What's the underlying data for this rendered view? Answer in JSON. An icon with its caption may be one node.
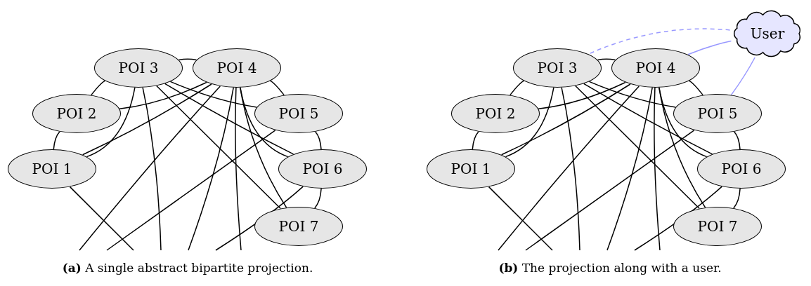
{
  "diagram": {
    "nodes": [
      {
        "text": [
          "POI 3"
        ]
      },
      {
        "text": [
          "POI 4"
        ]
      },
      {
        "text": [
          "POI 2"
        ]
      },
      {
        "text": [
          "POI 5"
        ]
      },
      {
        "text": [
          "POI 1"
        ]
      },
      {
        "text": [
          "POI 6"
        ]
      },
      {
        "text": [
          "POI 7"
        ]
      },
      {
        "text": [
          "POI 3"
        ]
      },
      {
        "text": [
          "POI 4"
        ]
      },
      {
        "text": [
          "POI 2"
        ]
      },
      {
        "text": [
          "POI 5"
        ]
      },
      {
        "text": [
          "POI 1"
        ]
      },
      {
        "text": [
          "POI 6"
        ]
      },
      {
        "text": [
          "POI 7"
        ]
      },
      {
        "text": [
          "User"
        ]
      }
    ],
    "edges": [
      {
        "from": 0,
        "to": 1,
        "arrow": "none"
      },
      {
        "from": 0,
        "to": 2,
        "arrow": "none"
      },
      {
        "from": 2,
        "to": 4,
        "arrow": "none"
      },
      {
        "from": 1,
        "to": 3,
        "arrow": "none"
      },
      {
        "from": 3,
        "to": 5,
        "arrow": "none"
      },
      {
        "from": 5,
        "to": 6,
        "arrow": "none"
      },
      {
        "from": 0,
        "to": 4,
        "arrow": "none"
      },
      {
        "from": 1,
        "to": 2,
        "arrow": "none"
      },
      {
        "from": 1,
        "to": 4,
        "arrow": "none"
      },
      {
        "from": 0,
        "to": 3,
        "arrow": "none"
      },
      {
        "from": 0,
        "to": 5,
        "arrow": "none"
      },
      {
        "from": 0,
        "to": 6,
        "arrow": "none"
      },
      {
        "from": 1,
        "to": 5,
        "arrow": "none"
      },
      {
        "from": 1,
        "to": 6,
        "arrow": "none"
      },
      {
        "from": 0,
        "to": null,
        "arrow": "none"
      },
      {
        "from": 1,
        "to": null,
        "arrow": "none"
      },
      {
        "from": 1,
        "to": null,
        "arrow": "none"
      },
      {
        "from": 1,
        "to": null,
        "arrow": "none"
      },
      {
        "from": 3,
        "to": null,
        "arrow": "none"
      },
      {
        "from": 4,
        "to": null,
        "arrow": "none"
      },
      {
        "from": 5,
        "to": null,
        "arrow": "none"
      },
      {
        "from": 7,
        "to": 8,
        "arrow": "none"
      },
      {
        "from": 7,
        "to": 9,
        "arrow": "none"
      },
      {
        "from": 9,
        "to": 11,
        "arrow": "none"
      },
      {
        "from": 8,
        "to": 10,
        "arrow": "none"
      },
      {
        "from": 10,
        "to": 12,
        "arrow": "none"
      },
      {
        "from": 12,
        "to": 13,
        "arrow": "none"
      },
      {
        "from": 7,
        "to": 11,
        "arrow": "none"
      },
      {
        "from": 8,
        "to": 9,
        "arrow": "none"
      },
      {
        "from": 8,
        "to": 11,
        "arrow": "none"
      },
      {
        "from": 7,
        "to": 10,
        "arrow": "none"
      },
      {
        "from": 7,
        "to": 12,
        "arrow": "none"
      },
      {
        "from": 7,
        "to": 13,
        "arrow": "none"
      },
      {
        "from": 8,
        "to": 12,
        "arrow": "none"
      },
      {
        "from": 8,
        "to": 13,
        "arrow": "none"
      },
      {
        "from": 7,
        "to": null,
        "arrow": "none"
      },
      {
        "from": 8,
        "to": null,
        "arrow": "none"
      },
      {
        "from": 8,
        "to": null,
        "arrow": "none"
      },
      {
        "from": 8,
        "to": null,
        "arrow": "none"
      },
      {
        "from": 10,
        "to": null,
        "arrow": "none"
      },
      {
        "from": 11,
        "to": null,
        "arrow": "none"
      },
      {
        "from": 12,
        "to": null,
        "arrow": "none"
      },
      {
        "from": 14,
        "to": 7,
        "arrow": "none",
        "style": "dashed",
        "color": "#9999ff"
      },
      {
        "from": 14,
        "to": 8,
        "arrow": "none",
        "color": "#9999ff"
      },
      {
        "from": 14,
        "to": 10,
        "arrow": "none",
        "color": "#9999ff"
      }
    ],
    "labels": [
      "**(a)** A single abstract bipartite projection.",
      "**(b)** The projection along with a user."
    ]
  }
}
